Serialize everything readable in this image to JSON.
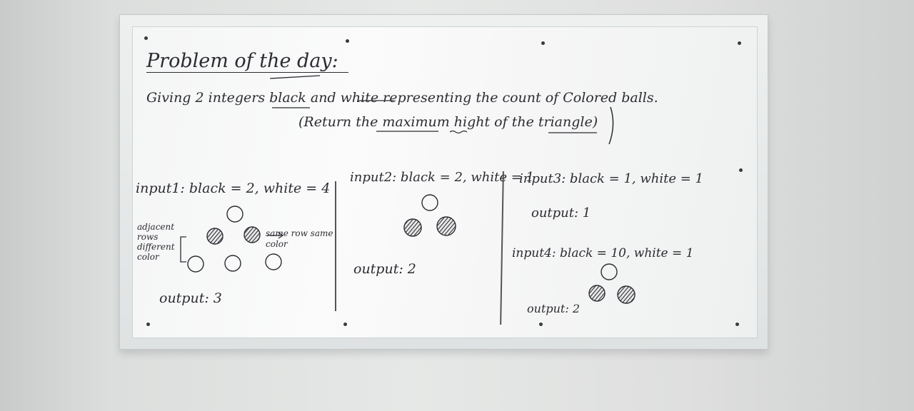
{
  "title": "Problem of the day:",
  "statement": "Giving 2 integers black and white representing the count of Colored balls.",
  "task": "(Return the maximum hight of the triangle)",
  "examples": [
    {
      "input": "input1: black = 2, white = 4",
      "output": "output: 3"
    },
    {
      "input": "input2: black = 2, white = 1",
      "output": "output: 2"
    },
    {
      "input": "input3: black = 1, white = 1",
      "output": "output: 1"
    },
    {
      "input": "input4: black = 10, white = 1",
      "output": "output: 2"
    }
  ],
  "notes": {
    "adjacent_rows": "adjacent rows different color",
    "same_row": "same row same color"
  },
  "colors": {
    "ink": "#2c2c33",
    "board": "#f7f7f7",
    "frame": "#e6e9e9"
  }
}
